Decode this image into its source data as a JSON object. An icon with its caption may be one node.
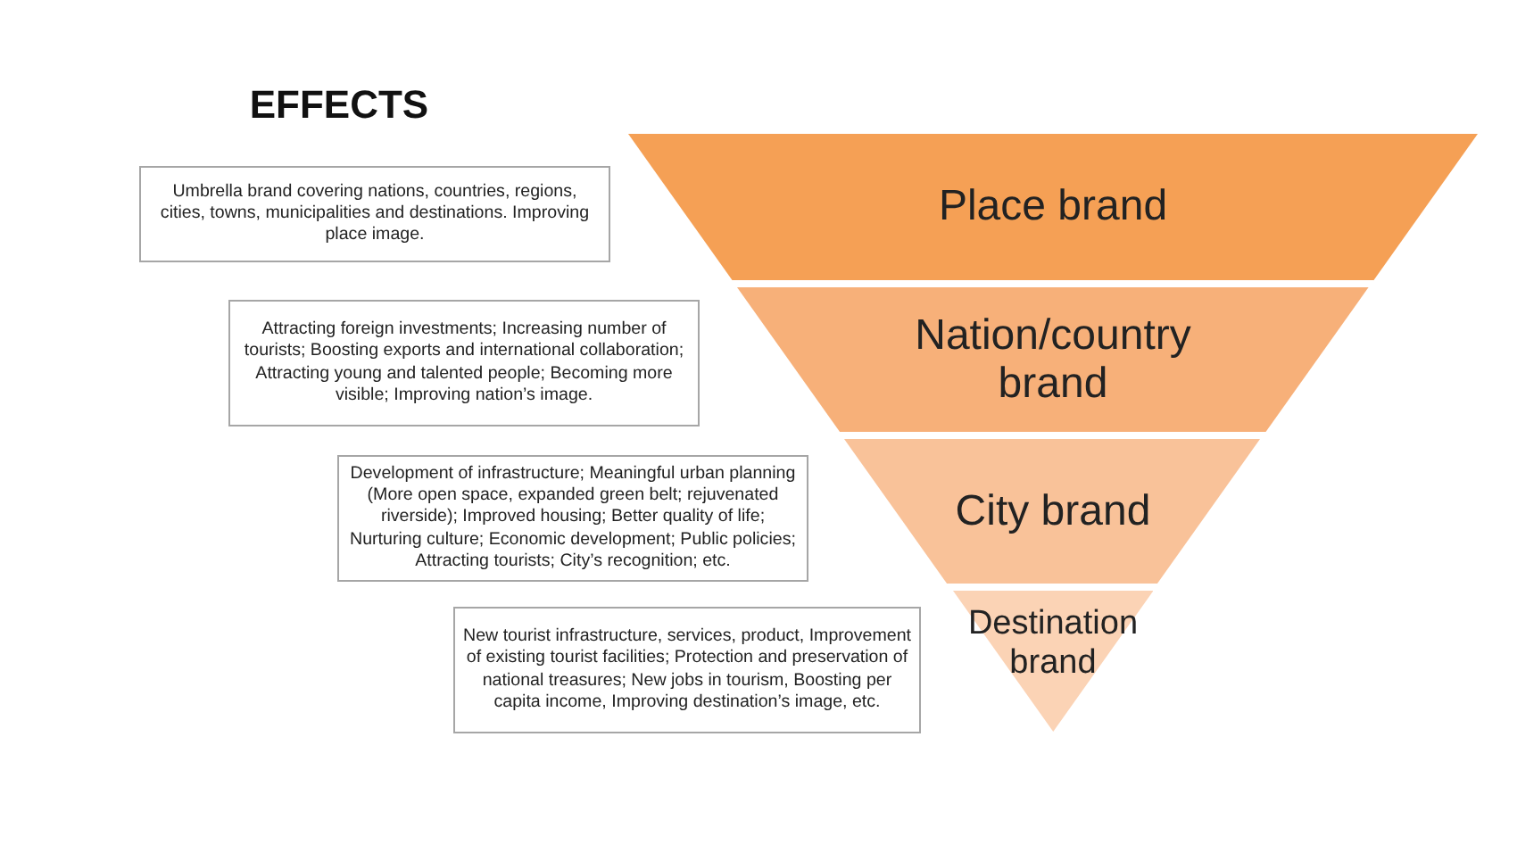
{
  "diagram": {
    "title": "EFFECTS",
    "nodes": [
      {
        "text": [
          "Umbrella brand covering nations, countries, regions, cities, towns, municipalities and destinations. Improving place image."
        ]
      },
      {
        "text": [
          "Place brand"
        ]
      },
      {
        "text": [
          "Attracting foreign investments; Increasing number of tourists; Boosting exports and international collaboration; Attracting young and talented people; Becoming more visible; Improving nation’s image."
        ]
      },
      {
        "text": [
          "Nation/country brand"
        ]
      },
      {
        "text": [
          "Development of infrastructure; Meaningful urban planning (More open space, expanded green belt; rejuvenated riverside); Improved housing; Better quality of life; Nurturing culture; Economic development; Public policies; Attracting tourists; City’s recognition; etc."
        ]
      },
      {
        "text": [
          "City brand"
        ]
      },
      {
        "text": [
          "New tourist infrastructure, services, product, Improvement of existing tourist facilities; Protection and preservation of national treasures; New jobs in tourism, Boosting per capita income, Improving destination’s image, etc."
        ]
      },
      {
        "text": [
          "Destination brand"
        ]
      }
    ],
    "edges": []
  }
}
